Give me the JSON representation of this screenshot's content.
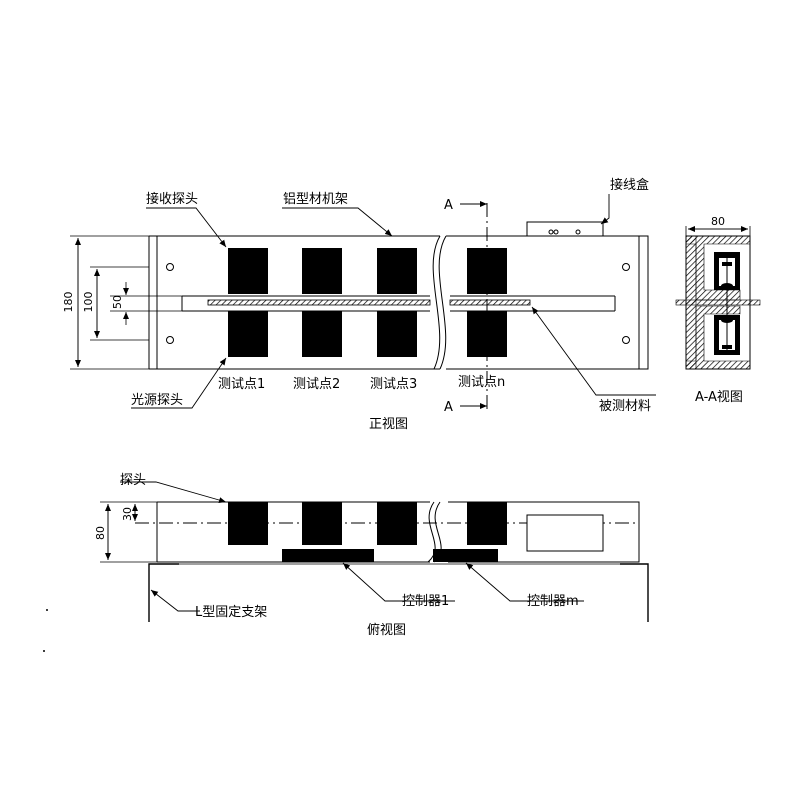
{
  "front_view": {
    "caption": "正视图",
    "labels": {
      "receiver_probe": "接收探头",
      "frame": "铝型材机架",
      "section_marker": "A",
      "junction_box": "接线盒",
      "light_source_probe": "光源探头",
      "measured_material": "被测材料"
    },
    "test_points": [
      "测试点1",
      "测试点2",
      "测试点3",
      "测试点n"
    ],
    "dimensions": {
      "height": "180",
      "inner": "100",
      "gap": "50"
    }
  },
  "section_view": {
    "caption": "A-A视图",
    "width": "80"
  },
  "top_view": {
    "caption": "俯视图",
    "labels": {
      "probe": "探头",
      "controller_1": "控制器1",
      "controller_m": "控制器m",
      "bracket": "L型固定支架"
    },
    "dimensions": {
      "depth": "80",
      "offset": "30"
    }
  }
}
